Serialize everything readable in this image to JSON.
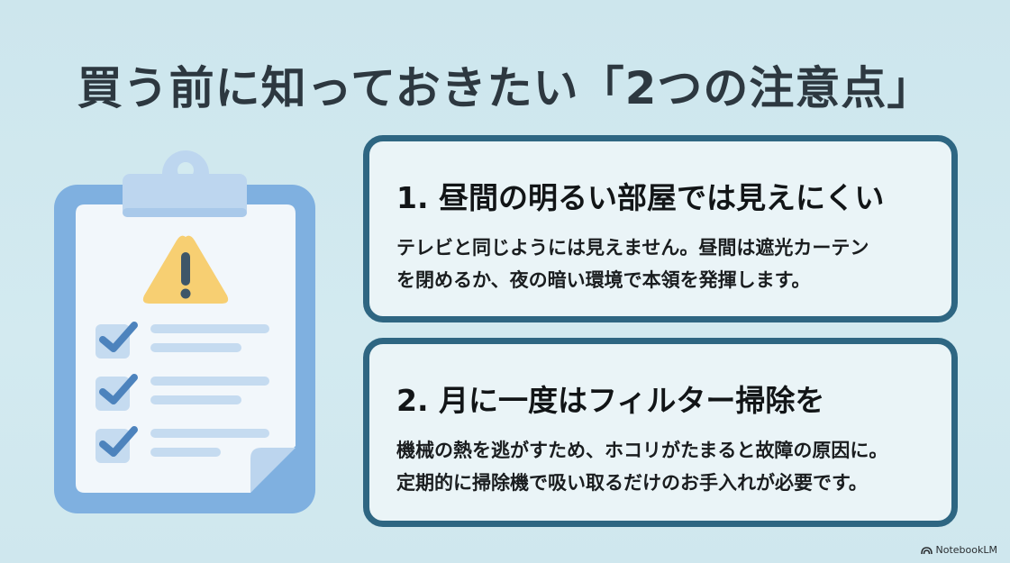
{
  "title": "買う前に知っておきたい「2つの注意点」",
  "illustration": {
    "icon": "clipboard-warning-checklist-icon",
    "checklist_items": 3,
    "colors": {
      "board": "#7fb0e0",
      "clip": "#bdd6ef",
      "paper": "#f2f7fb",
      "warning_triangle": "#f7cf72",
      "exclamation": "#3e5668",
      "check": "#4d83bd",
      "line": "#c5dbf0"
    }
  },
  "cards": [
    {
      "heading": "1. 昼間の明るい部屋では見えにくい",
      "body_lines": [
        "テレビと同じようには見えません。昼間は遮光カーテン",
        "を閉めるか、夜の暗い環境で本領を発揮します。"
      ]
    },
    {
      "heading": "2. 月に一度はフィルター掃除を",
      "body_lines": [
        "機械の熱を逃がすため、ホコリがたまると故障の原因に。",
        "定期的に掃除機で吸い取るだけのお手入れが必要です。"
      ]
    }
  ],
  "footer": {
    "brand_icon": "notebooklm-logo-icon",
    "brand": "NotebookLM"
  },
  "colors": {
    "background": "#cfe7ee",
    "card_border": "#2e6682",
    "card_fill": "#eaf4f7",
    "title_text": "#2d3840"
  }
}
